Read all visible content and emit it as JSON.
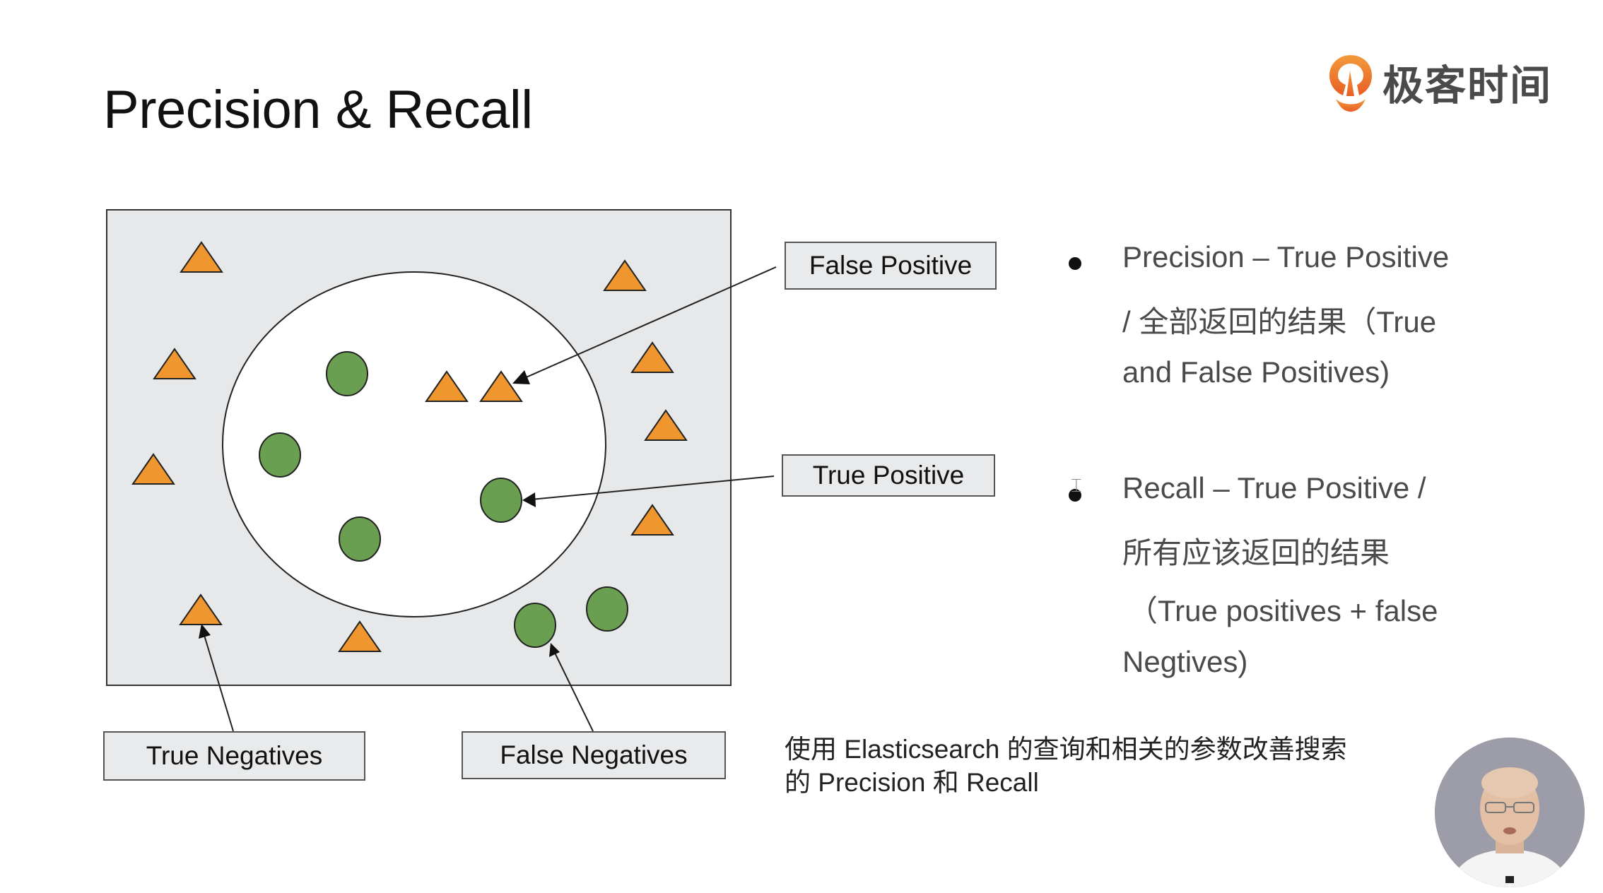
{
  "slide": {
    "title": "Precision & Recall"
  },
  "logo": {
    "icon": "geektime-logo-icon",
    "text": "极客时间",
    "color": "#EE7A30"
  },
  "diagram": {
    "colors": {
      "box_fill": "#E6E8EA",
      "triangle_fill": "#F0962E",
      "circle_fill": "#6A9E50",
      "outline": "#222222"
    },
    "legend": {
      "false_positive": "False Positive",
      "true_positive": "True Positive",
      "true_negatives": "True Negatives",
      "false_negatives": "False Negatives"
    },
    "counts": {
      "triangles_inside_selection": 2,
      "circles_inside_selection": 4,
      "triangles_outside_selection": 9,
      "circles_outside_selection": 2
    }
  },
  "bullets": [
    {
      "icon": "bullet-dot",
      "lines": [
        "Precision – True Positive",
        "/ 全部返回的结果（True",
        "and False Positives)"
      ]
    },
    {
      "icon": "bullet-dot",
      "lines": [
        "Recall – True Positive /",
        "所有应该返回的结果",
        "（True positives + false",
        "Negtives)"
      ]
    }
  ],
  "caption": {
    "lines": [
      "使用 Elasticsearch 的查询和相关的参数改善搜索",
      "的 Precision 和 Recall"
    ]
  },
  "presenter": {
    "icon": "presenter-webcam-avatar"
  }
}
